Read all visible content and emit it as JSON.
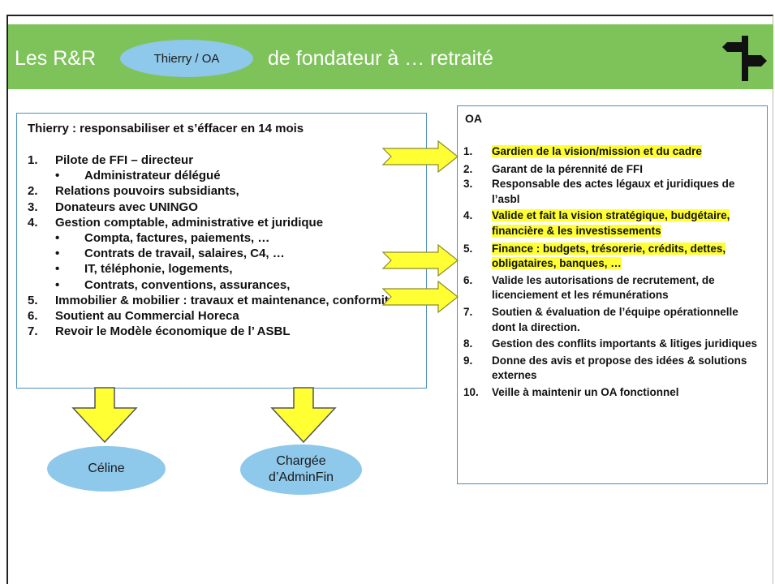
{
  "header": {
    "title_part1": "Les R&R",
    "oval_label": "Thierry / OA",
    "title_part2": "de fondateur à … retraité"
  },
  "left_box": {
    "heading": "Thierry : responsabiliser et s’éffacer en 14 mois",
    "items": [
      {
        "num": "1.",
        "text": "Pilote de FFI – directeur"
      },
      {
        "num": "2.",
        "text": "Relations pouvoirs subsidiants,"
      },
      {
        "num": "3.",
        "text": "Donateurs avec UNINGO"
      },
      {
        "num": "4.",
        "text": "Gestion comptable, administrative et juridique"
      },
      {
        "num": "5.",
        "text": "Immobilier & mobilier : travaux et maintenance, conformité"
      },
      {
        "num": "6.",
        "text": "Soutient au Commercial Horeca"
      },
      {
        "num": "7.",
        "text": "Revoir le Modèle économique de l’ ASBL"
      }
    ],
    "sub_item_1": "Administrateur délégué",
    "sub_items_4": [
      "Compta, factures, paiements, …",
      "Contrats de travail, salaires, C4, …",
      "IT, téléphonie, logements,",
      "Contrats, conventions, assurances,"
    ],
    "bullet_char": "•"
  },
  "right_box": {
    "heading": "OA",
    "items": [
      {
        "num": "1.",
        "text": "Gardien de la vision/mission et du cadre",
        "highlight": true
      },
      {
        "num": "2.",
        "text": "Garant de la pérennité de FFI",
        "highlight": false
      },
      {
        "num": "3.",
        "text": "Responsable des actes légaux et juridiques de l’asbl",
        "highlight": false
      },
      {
        "num": "4.",
        "text": "Valide et fait la vision stratégique, budgétaire, financière & les investissements",
        "highlight": true
      },
      {
        "num": "5.",
        "text": "Finance : budgets, trésorerie, crédits, dettes, obligataires, banques, …",
        "highlight": true
      },
      {
        "num": "6.",
        "text": "Valide les autorisations de recrutement, de licenciement et les rémunérations",
        "highlight": false
      },
      {
        "num": "7.",
        "text": "Soutien & évaluation de l’équipe opérationnelle dont la direction.",
        "highlight": false
      },
      {
        "num": "8.",
        "text": "Gestion des conflits importants & litiges juridiques",
        "highlight": false
      },
      {
        "num": "9.",
        "text": "Donne des avis et propose des idées & solutions externes",
        "highlight": false
      },
      {
        "num": "10.",
        "text": "Veille à maintenir un OA fonctionnel",
        "highlight": false
      }
    ]
  },
  "ovals": {
    "celine": "Céline",
    "chargee_line1": "Chargée",
    "chargee_line2": "d’AdminFin"
  },
  "colors": {
    "banner": "#7ec35a",
    "oval": "#8ec8ea",
    "arrow_fill": "#ffff33",
    "highlight": "#ffff33",
    "box_border": "#4a8fc4"
  }
}
